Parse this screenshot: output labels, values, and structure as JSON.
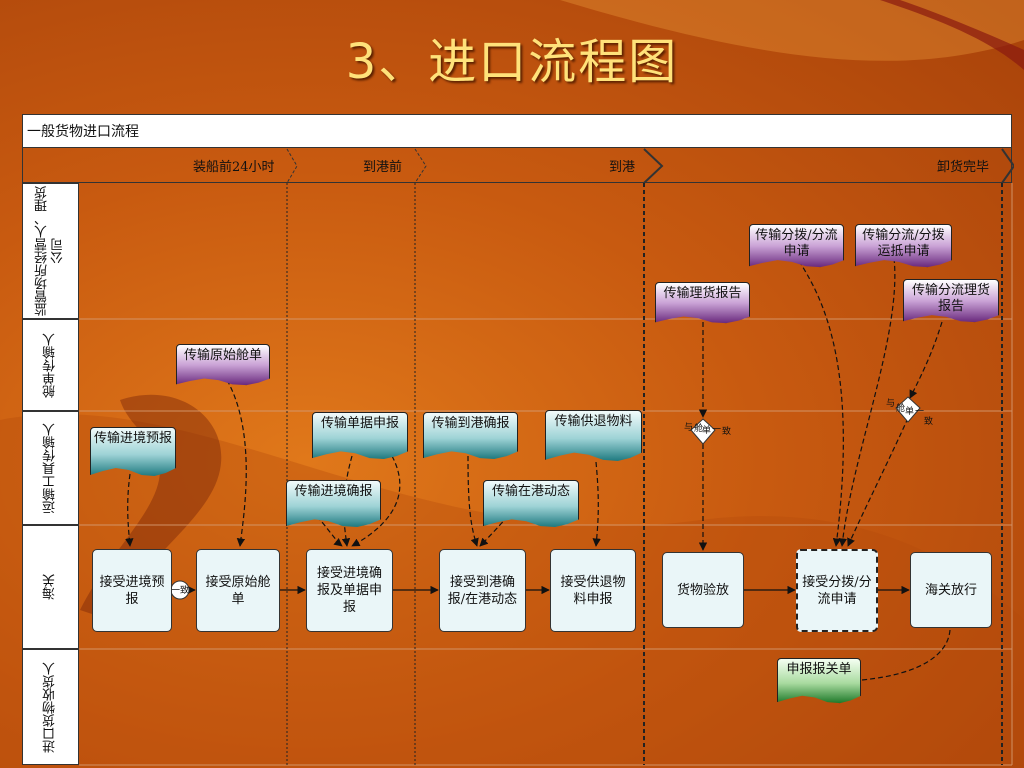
{
  "page": {
    "title": "3、进口流程图"
  },
  "diagram": {
    "header": "一般货物进口流程",
    "phases": [
      "装船前24小时",
      "到港前",
      "到港",
      "卸货完毕"
    ],
    "lanes": [
      "监管场所经营人、理货公司",
      "舱单传输人",
      "运输工具传输人",
      "海关",
      "进口货物收货人"
    ],
    "customs_boxes": [
      "接受进境预报",
      "接受原始舱单",
      "接受进境确报及单据申报",
      "接受到港确报/在港动态",
      "接受供退物料申报",
      "货物验放",
      "接受分拨/分流申请",
      "海关放行"
    ],
    "documents": {
      "transport_split_apply": "传输分拨/分流申请",
      "transport_split_offset": "传输分流/分拨运抵申请",
      "transport_tally_report": "传输理货报告",
      "transport_split_tally": "传输分流理货报告",
      "transport_original_manifest": "传输原始舱单",
      "transport_entry_prereport": "传输进境预报",
      "transport_bill_declare": "传输单据申报",
      "transport_arrival_confirm": "传输到港确报",
      "transport_supply_material": "传输供退物料",
      "transport_entry_confirm": "传输进境确报",
      "transport_port_status": "传输在港动态",
      "declare_customs_bill": "申报报关单"
    },
    "consistency": {
      "short": "一致",
      "diamond_1": [
        "与",
        "舱",
        "单",
        "一",
        "致"
      ],
      "diamond_2": [
        "与",
        "舱",
        "单",
        "一",
        "致"
      ]
    }
  },
  "colors": {
    "background": "#c85a10",
    "title": "#ffe27a",
    "customs_box": "#eaf6f8"
  }
}
